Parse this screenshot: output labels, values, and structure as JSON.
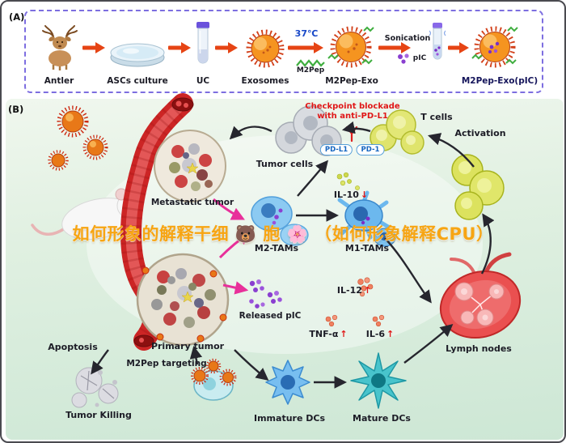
{
  "colors": {
    "step_arrow": "#e64414",
    "panel_a_border": "#7d6ee0",
    "checkpoint_red": "#e01818",
    "watermark_orange": "#f7a513",
    "panel_b_background": "#d9ecd9",
    "vessel_red": "#cc2525",
    "temperature_blue": "#1848c8",
    "pic_purple": "#8a3fd0"
  },
  "watermark": "如何形象的解释干细 🐻 胞 🌸 （如何形象解释CPU）",
  "panel_a": {
    "tag": "(A)",
    "items": [
      {
        "label": "Antler"
      },
      {
        "label": "ASCs culture"
      },
      {
        "label": "UC"
      },
      {
        "label": "Exosomes"
      },
      {
        "label": "M2Pep-Exo"
      },
      {
        "label": "M2Pep-Exo(pIC)"
      }
    ],
    "annotations": {
      "temperature": "37℃",
      "m2pep": "M2Pep",
      "sonication": "Sonication",
      "pic": "pIC"
    }
  },
  "panel_b": {
    "tag": "(B)",
    "checkpoint": {
      "line1": "Checkpoint blockade",
      "line2": "with anti-PD-L1"
    },
    "badges": {
      "pd_l1": "PD-L1",
      "pd_1": "PD-1"
    },
    "labels": {
      "t_cells": "T cells",
      "activation": "Activation",
      "tumor_cells": "Tumor cells",
      "metastatic_tumor": "Metastatic tumor",
      "m2_tams": "M2-TAMs",
      "m1_tams": "M1-TAMs",
      "released_pic": "Released pIC",
      "lymph_nodes": "Lymph nodes",
      "apoptosis": "Apoptosis",
      "primary_tumor": "Primary tumor",
      "m2pep_targeting": "M2Pep targeting",
      "tumor_killing": "Tumor Killing",
      "immature_dcs": "Immature DCs",
      "mature_dcs": "Mature DCs"
    },
    "cytokines": {
      "il10": {
        "text": "IL-10",
        "arrow": "↓"
      },
      "il12": {
        "text": "IL-12",
        "arrow": "↑"
      },
      "tnf_a": {
        "text": "TNF-α",
        "arrow": "↑"
      },
      "il6": {
        "text": "IL-6",
        "arrow": "↑"
      }
    }
  }
}
